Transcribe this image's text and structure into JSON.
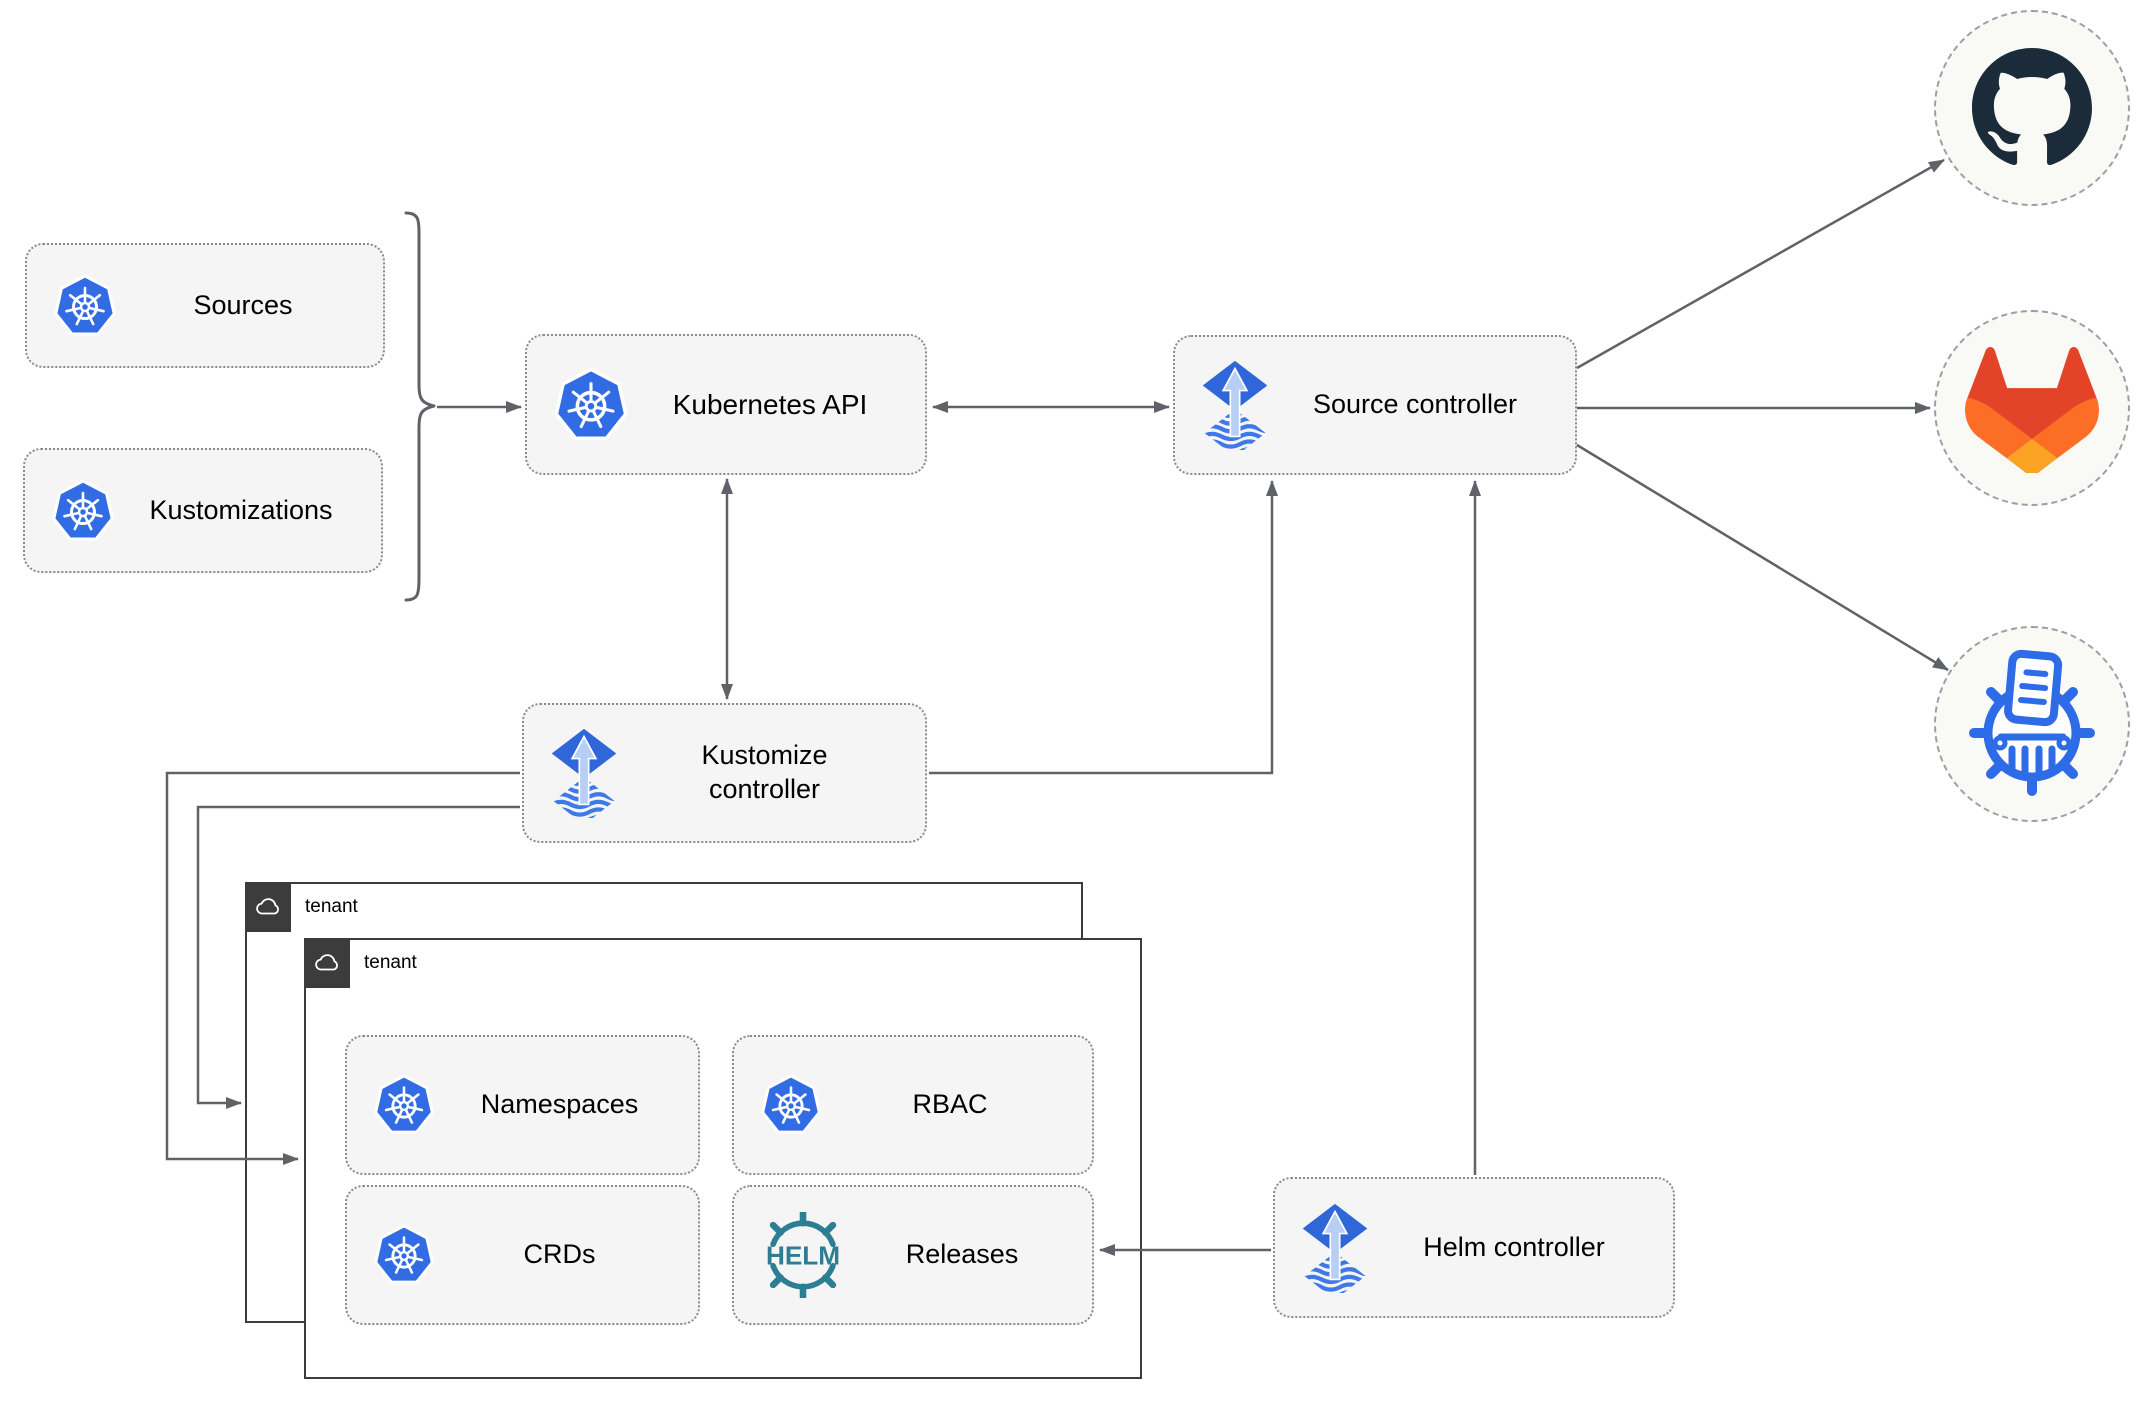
{
  "diagram": {
    "nodes": {
      "sources": {
        "label": "Sources",
        "icon": "kubernetes-icon"
      },
      "kustomizations": {
        "label": "Kustomizations",
        "icon": "kubernetes-icon"
      },
      "kubernetes_api": {
        "label": "Kubernetes API",
        "icon": "kubernetes-icon"
      },
      "source_controller": {
        "label": "Source controller",
        "icon": "flux-icon"
      },
      "kustomize_controller": {
        "label": "Kustomize controller",
        "icon": "flux-icon"
      },
      "helm_controller": {
        "label": "Helm controller",
        "icon": "flux-icon"
      },
      "namespaces": {
        "label": "Namespaces",
        "icon": "kubernetes-icon"
      },
      "rbac": {
        "label": "RBAC",
        "icon": "kubernetes-icon"
      },
      "crds": {
        "label": "CRDs",
        "icon": "kubernetes-icon"
      },
      "releases": {
        "label": "Releases",
        "icon": "helm-icon"
      }
    },
    "tenants": {
      "outer": {
        "label": "tenant",
        "icon": "cloud-icon"
      },
      "inner": {
        "label": "tenant",
        "icon": "cloud-icon"
      }
    },
    "external_endpoints": [
      {
        "name": "github",
        "icon": "github-icon"
      },
      {
        "name": "gitlab",
        "icon": "gitlab-icon"
      },
      {
        "name": "helm-repository",
        "icon": "helm-repository-icon"
      }
    ],
    "icons": {
      "helm_wordmark": "HELM"
    },
    "edges": [
      {
        "from": "sources+kustomizations",
        "to": "kubernetes_api",
        "style": "arrow"
      },
      {
        "from": "kubernetes_api",
        "to": "source_controller",
        "style": "double-arrow"
      },
      {
        "from": "kubernetes_api",
        "to": "kustomize_controller",
        "style": "double-arrow"
      },
      {
        "from": "kustomize_controller",
        "to": "source_controller",
        "style": "arrow"
      },
      {
        "from": "helm_controller",
        "to": "source_controller",
        "style": "arrow"
      },
      {
        "from": "helm_controller",
        "to": "releases",
        "style": "arrow"
      },
      {
        "from": "kustomize_controller",
        "to": "tenant_outer",
        "style": "arrow"
      },
      {
        "from": "kustomize_controller",
        "to": "tenant_inner",
        "style": "arrow"
      },
      {
        "from": "source_controller",
        "to": "github",
        "style": "arrow"
      },
      {
        "from": "source_controller",
        "to": "gitlab",
        "style": "arrow"
      },
      {
        "from": "source_controller",
        "to": "helm-repository",
        "style": "arrow"
      }
    ],
    "colors": {
      "kubernetes_blue": "#326ce5",
      "flux_blue": "#2f66d8",
      "flux_stripe_blue": "#3f78e8",
      "flux_light_blue": "#b8cff5",
      "helm_teal": "#2d7e92",
      "github_dark": "#1b2b3a",
      "gitlab_red": "#e24329",
      "gitlab_orange": "#fc6d26",
      "gitlab_yellow": "#fca326",
      "registry_blue": "#2e6be6",
      "line_gray": "#5f6368",
      "node_fill": "#f5f5f5",
      "node_border": "#8a8a8a",
      "tenant_border": "#3c3c3c"
    }
  }
}
